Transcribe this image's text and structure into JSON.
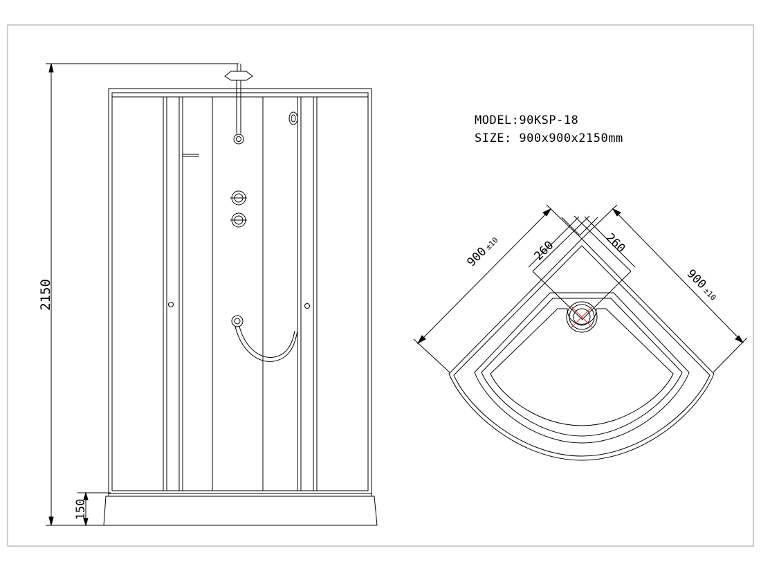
{
  "spec": {
    "model": "MODEL:90KSP-18",
    "size": "SIZE: 900x900x2150mm"
  },
  "front_view": {
    "height_dim": "2150",
    "tray_dim": "150"
  },
  "top_view": {
    "left_width_dim": "900",
    "left_width_tol": "±10",
    "right_width_dim": "900",
    "right_width_tol": "±10",
    "left_drain_dim": "260",
    "right_drain_dim": "260"
  },
  "colors": {
    "line": "#000000",
    "drain_cross": "#cc3333",
    "frame": "#999999"
  }
}
